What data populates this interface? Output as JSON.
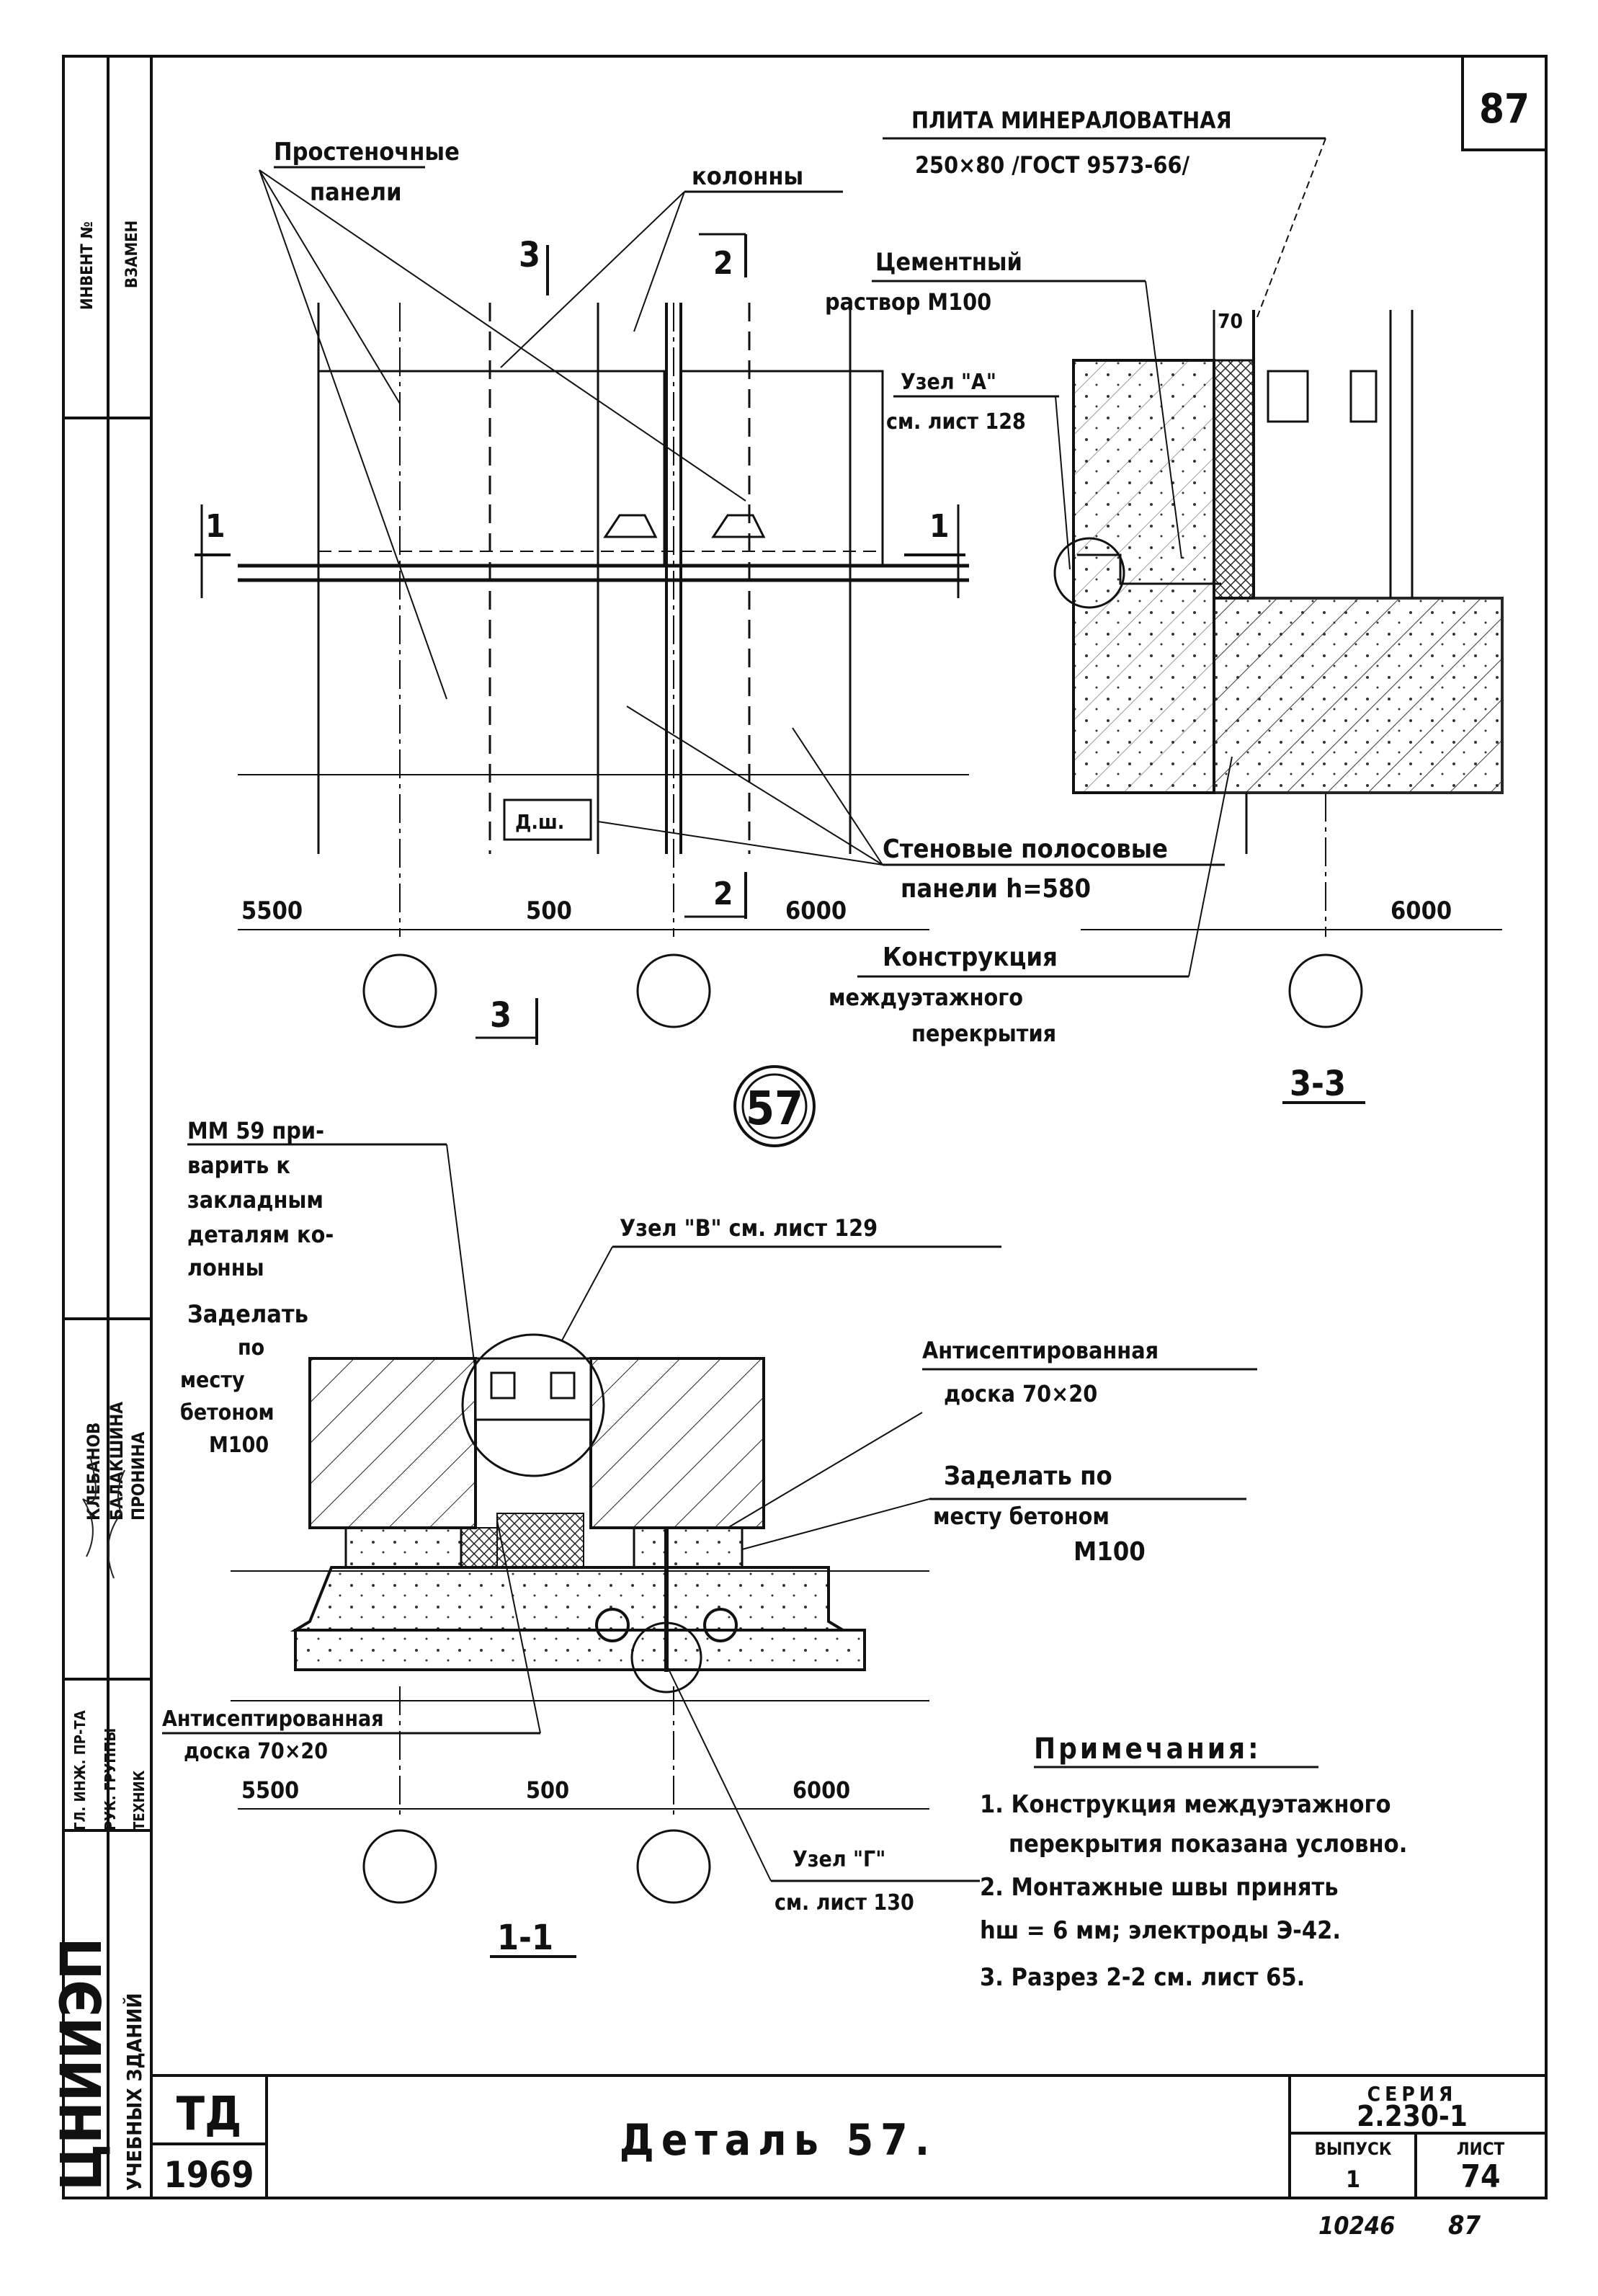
{
  "sheet": {
    "page_number": "87",
    "title": "Деталь 57.",
    "detail_marker": "57",
    "footer_left": "10246",
    "footer_right": "87"
  },
  "title_block": {
    "td": "ТД",
    "year": "1969",
    "seria_label": "СЕРИЯ",
    "seria_value": "2.230-1",
    "vypusk_label": "ВЫПУСК",
    "vypusk_value": "1",
    "list_label": "ЛИСТ",
    "list_value": "74"
  },
  "sidebar": {
    "org": "ЦНИИЭП",
    "org_sub": "УЧЕБНЫХ ЗДАНИЙ",
    "inv_label": "ИНВЕНТ №",
    "vzamen_label": "ВЗАМЕН",
    "roles": [
      "ГЛ. ИНЖ. ПР-ТА",
      "РУК. ГРУППЫ",
      "ТЕХНИК"
    ],
    "names": [
      "КЛЕБАНОВ",
      "БАЛАКШИНА",
      "ПРОНИНА"
    ]
  },
  "plan": {
    "label_panels": [
      "Простеночные",
      "панели"
    ],
    "label_columns": "колонны",
    "section_3": "3",
    "section_2": "2",
    "section_1": "1",
    "dsh": "Д.ш.",
    "strip_panels": [
      "Стеновые полосовые",
      "панели h=580"
    ],
    "floor_construction": [
      "Конструкция",
      "междуэтажного",
      "перекрытия"
    ],
    "dims": [
      "5500",
      "500",
      "6000"
    ]
  },
  "section33": {
    "label_plate": [
      "ПЛИТА МИНЕРАЛОВАТНАЯ",
      "250×80 /ГОСТ 9573-66/"
    ],
    "label_mortar": [
      "Цементный",
      "раствор М100"
    ],
    "node_a": [
      "Узел \"А\"",
      "см. лист 128"
    ],
    "dim_70": "70",
    "dim_6000": "6000",
    "section_name": "3-3"
  },
  "section11": {
    "label_mm59": [
      "ММ 59 при-",
      "варить к",
      "закладным",
      "деталям ко-",
      "лонны"
    ],
    "label_zadelat1": [
      "Заделать",
      "по",
      "месту",
      "бетоном",
      "М100"
    ],
    "node_b": "Узел \"В\" см. лист 129",
    "antiseptic_top": [
      "Антисептированная",
      "доска 70×20"
    ],
    "label_zadelat2": [
      "Заделать по",
      "месту бетоном",
      "М100"
    ],
    "antiseptic_bottom": [
      "Антисептированная",
      "доска 70×20"
    ],
    "node_g": [
      "Узел \"Г\"",
      "см. лист 130"
    ],
    "dims": [
      "5500",
      "500",
      "6000"
    ],
    "section_name": "1-1"
  },
  "notes": {
    "heading": "Примечания:",
    "items": [
      "1. Конструкция междуэтажного",
      "перекрытия показана условно.",
      "2. Монтажные швы принять",
      "hш = 6 мм; электроды Э-42.",
      "3. Разрез 2-2 см. лист 65."
    ]
  }
}
